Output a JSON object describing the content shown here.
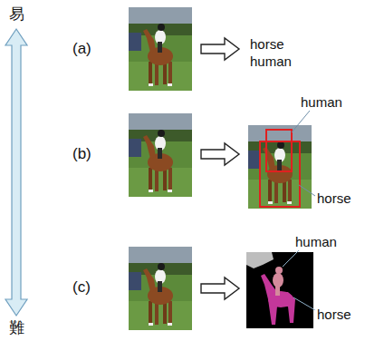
{
  "diagram": {
    "labels": [
      "易",
      "(a)",
      "horse",
      "human",
      "(b)",
      "human",
      "horse",
      "(c)",
      "human",
      "horse",
      "難"
    ]
  }
}
